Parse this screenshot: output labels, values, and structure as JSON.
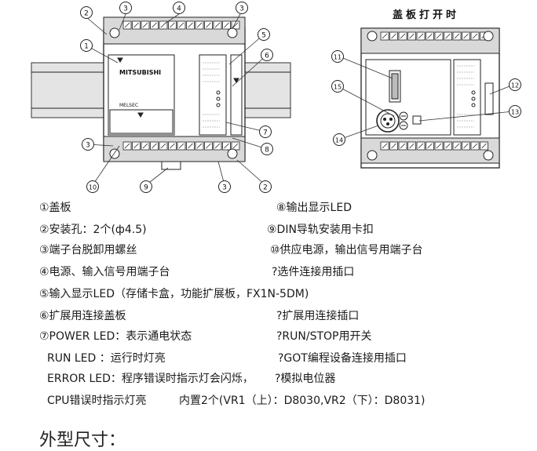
{
  "figure": {
    "title_right": "盖板打开时",
    "brand": "MITSUBISHI",
    "model": "MELSEC",
    "callouts": [
      "1",
      "2",
      "3",
      "4",
      "5",
      "6",
      "7",
      "8",
      "9",
      "10",
      "11",
      "12",
      "13",
      "14",
      "15"
    ]
  },
  "legend": {
    "col1": [
      "①盖板",
      "②安装孔：2个(ф4.5)",
      "③端子台脱卸用螺丝",
      "④电源、输入信号用端子台",
      "⑤输入显示LED（存储卡盒，功能扩展板，FX1N-5DM)",
      "⑥扩展用连接盖板",
      "⑦POWER LED：表示通电状态",
      "RUN LED ：运行时灯亮",
      "ERROR LED：程序错误时指示灯会闪烁，",
      "CPU错误时指示灯亮"
    ],
    "col2": [
      "⑧输出显示LED",
      "⑨DIN导轨安装用卡扣",
      "⑩供应电源，输出信号用端子台",
      "?选件连接用插口",
      "?扩展用连接插口",
      "?RUN/STOP用开关",
      "?GOT编程设备连接用插口",
      "?模拟电位器",
      "内置2个(VR1（上）：D8030,VR2（下）：D8031)"
    ]
  },
  "section_title": "外型尺寸："
}
